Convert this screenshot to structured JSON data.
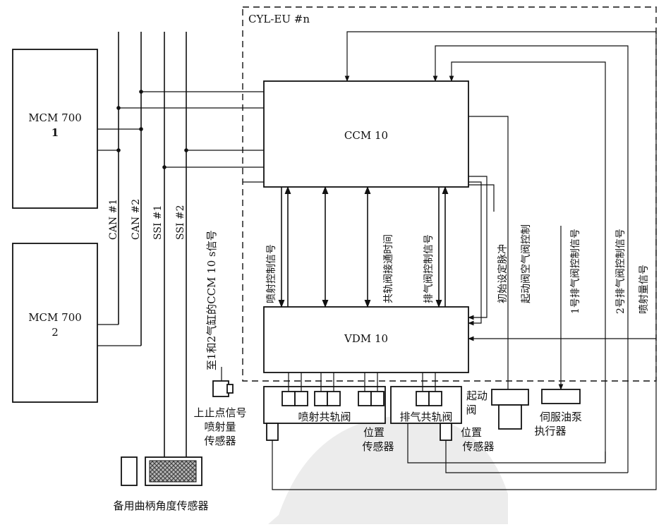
{
  "colors": {
    "ink": "#111111",
    "background": "#ffffff",
    "watermark": "#ececec",
    "hatch": "#555555"
  },
  "diagram": {
    "group_label": "CYL-EU #n",
    "mcm1": {
      "line1": "MCM 700",
      "line2": "1"
    },
    "mcm2": {
      "line1": "MCM 700",
      "line2": "2"
    },
    "ccm": "CCM 10",
    "vdm": "VDM 10",
    "buses": [
      "CAN #1",
      "CAN #2",
      "SSI #1",
      "SSI #2"
    ],
    "signal_to_ccm": "至1和2气缸的CCM 10 s信号",
    "vertical_signals": {
      "injection_control": "喷射控制信号",
      "rail_valve_time": "共轨阀接通时间",
      "exhaust_valve_control": "排气阀控制信号",
      "initial_pulse": "初始设定脉冲",
      "start_air_valve": "起动阀空气阀控制",
      "exhaust1": "1号排气阀控制信号",
      "exhaust2": "2号排气阀控制信号",
      "injection_amount": "喷射量信号"
    },
    "components": {
      "tdc_signal": "上止点信号",
      "injection_sensor": [
        "喷射量",
        "传感器"
      ],
      "injection_rail_valve": "喷射共轨阀",
      "exhaust_rail_valve": "排气共轨阀",
      "position_sensor_1": [
        "位置",
        "传感器"
      ],
      "position_sensor_2": [
        "位置",
        "传感器"
      ],
      "start_valve": [
        "起动",
        "阀"
      ],
      "servo_pump": [
        "伺服油泵",
        "执行器"
      ],
      "backup_crank": "备用曲柄角度传感器"
    }
  }
}
